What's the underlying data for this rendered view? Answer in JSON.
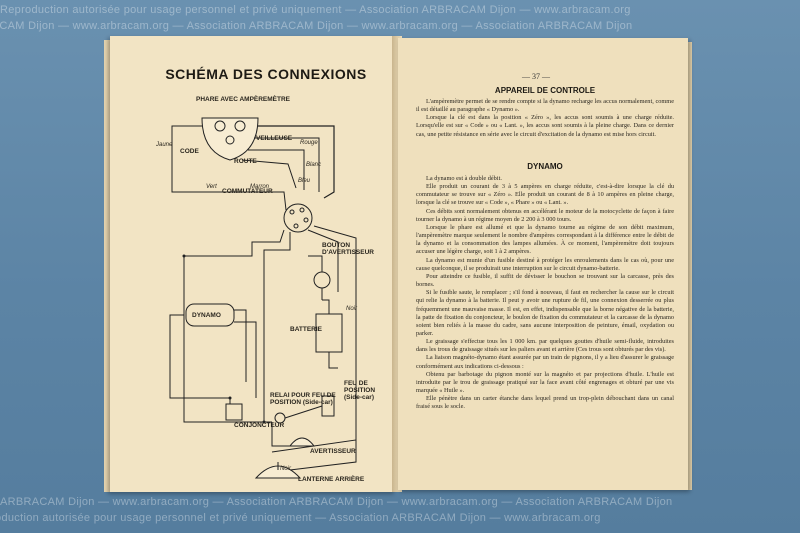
{
  "watermark": "Reproduction autorisée pour usage personnel et privé uniquement — Association ARBRACAM Dijon — www.arbracam.org",
  "watermark_alt": "ARBRACAM Dijon — www.arbracam.org — Association ARBRACAM Dijon — www.arbracam.org — Association ARBRACAM Dijon",
  "left_page": {
    "title": "SCHÉMA DES CONNEXIONS",
    "labels": {
      "phare": "PHARE AVEC AMPÈREMÈTRE",
      "veilleuse": "VEILLEUSE",
      "code": "CODE",
      "route": "ROUTE",
      "commutateur": "COMMUTATEUR",
      "bouton": "BOUTON D'AVERTISSEUR",
      "dynamo": "DYNAMO",
      "batterie": "BATTERIE",
      "conjoncteur": "CONJONCTEUR",
      "relai": "RELAI POUR FEU DE POSITION (Side-car)",
      "feu_position": "FEU DE POSITION (Side-car)",
      "avertisseur": "AVERTISSEUR",
      "lanterne": "LANTERNE ARRIÈRE",
      "jaune": "Jaune",
      "rouge": "Rouge",
      "blanc": "Blanc",
      "bleu": "Bleu",
      "vert": "Vert",
      "marron": "Marron",
      "noir": "Noir"
    }
  },
  "right_page": {
    "page_number": "— 37 —",
    "section1_title": "APPAREIL DE CONTROLE",
    "section1_paragraphs": [
      "L'ampèremètre permet de se rendre compte si la dynamo recharge les accus normalement, comme il est détaillé au paragraphe « Dynamo ».",
      "Lorsque la clé est dans la position « Zéro », les accus sont soumis à une charge réduite. Lorsqu'elle est sur « Code » ou « Lant. », les accus sont soumis à la pleine charge. Dans ce dernier cas, une petite résistance en série avec le circuit d'excitation de la dynamo est mise hors circuit."
    ],
    "section2_title": "DYNAMO",
    "section2_paragraphs": [
      "La dynamo est à double débit.",
      "Elle produit un courant de 3 à 5 ampères en charge réduite, c'est-à-dire lorsque la clé du commutateur se trouve sur « Zéro ». Elle produit un courant de 8 à 10 ampères en pleine charge, lorsque la clé se trouve sur « Code », « Phare » ou « Lant. ».",
      "Ces débits sont normalement obtenus en accélérant le moteur de la motocyclette de façon à faire tourner la dynamo à un régime moyen de 2 200 à 3 000 tours.",
      "Lorsque le phare est allumé et que la dynamo tourne au régime de son débit maximum, l'ampèremètre marque seulement le nombre d'ampères correspondant à la différence entre le débit de la dynamo et la consommation des lampes allumées. À ce moment, l'ampèremètre doit toujours accuser une légère charge, soit 1 à 2 ampères.",
      "La dynamo est munie d'un fusible destiné à protéger les enroulements dans le cas où, pour une cause quelconque, il se produirait une interruption sur le circuit dynamo-batterie.",
      "Pour atteindre ce fusible, il suffit de dévisser le bouchon se trouvant sur la carcasse, près des bornes.",
      "Si le fusible saute, le remplacer ; s'il fond à nouveau, il faut en rechercher la cause sur le circuit qui relie la dynamo à la batterie. Il peut y avoir une rupture de fil, une connexion desserrée ou plus fréquemment une mauvaise masse. Il est, en effet, indispensable que la borne négative de la batterie, la patte de fixation du conjoncteur, le boulon de fixation du commutateur et la carcasse de la dynamo soient bien reliés à la masse du cadre, sans aucune interposition de peinture, émail, oxydation ou parker.",
      "Le graissage s'effectue tous les 1 000 km. par quelques gouttes d'huile semi-fluide, introduites dans les trous de graissage situés sur les paliers avant et arrière (Ces trous sont obturés par des vis).",
      "La liaison magnéto-dynamo étant assurée par un train de pignons, il y a lieu d'assurer le graissage conformément aux indications ci-dessous :",
      "Obtenu par barbotage du pignon monté sur la magnéto et par projections d'huile. L'huile est introduite par le trou de graissage pratiqué sur la face avant côté engrenages et obturé par une vis marquée « Huile ».",
      "Elle pénètre dans un carter étanche dans lequel prend un trop-plein débouchant dans un canal fraisé sous le socle."
    ]
  },
  "colors": {
    "paper": "#f2e4c4",
    "background": "#5f87a8",
    "ink": "#1d1a14"
  }
}
